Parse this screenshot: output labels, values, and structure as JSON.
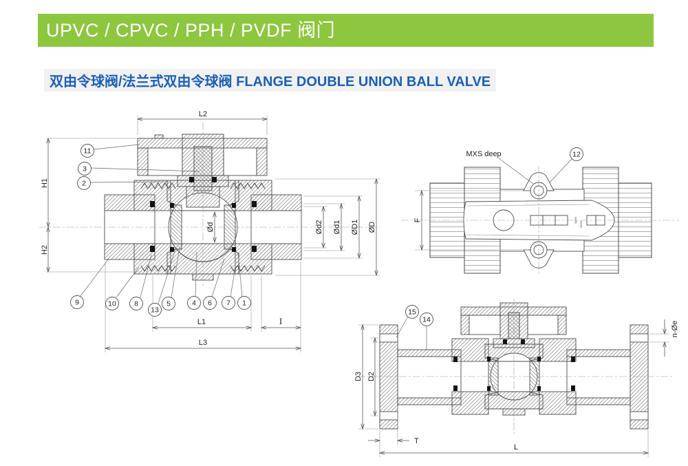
{
  "header": {
    "title": "UPVC / CPVC / PPH / PVDF 阀门"
  },
  "subtitle": {
    "text_cn": "双由令球阀/法兰式双由令球阀",
    "text_en": "FLANGE DOUBLE UNION BALL VALVE"
  },
  "colors": {
    "header_bg": "#8dc63f",
    "header_text": "#ffffff",
    "subtitle_text": "#1b5fb4",
    "line": "#4a4a4a",
    "dimension": "#555555"
  },
  "main_view": {
    "dims": {
      "L2": "L2",
      "H1": "H1",
      "H2": "H2",
      "d": "Ød",
      "d2": "Ød2",
      "d1": "Ød1",
      "D1": "ØD1",
      "D": "ØD",
      "L1": "L1",
      "l": "I",
      "L3": "L3"
    },
    "callouts_left": [
      "11",
      "3",
      "2"
    ],
    "callouts_bottom": [
      "9",
      "10",
      "8",
      "13",
      "5",
      "4",
      "6",
      "7",
      "1"
    ]
  },
  "top_view": {
    "dims": {
      "F": "F"
    },
    "labels": {
      "mxs_deep": "MXS deep",
      "open": "open",
      "close": "close"
    },
    "callout_12": "12"
  },
  "flange_view": {
    "dims": {
      "D3": "D3",
      "D2": "D2",
      "T": "T",
      "L": "L",
      "n_e": "n-Øe"
    },
    "callouts": [
      "15",
      "14"
    ]
  }
}
